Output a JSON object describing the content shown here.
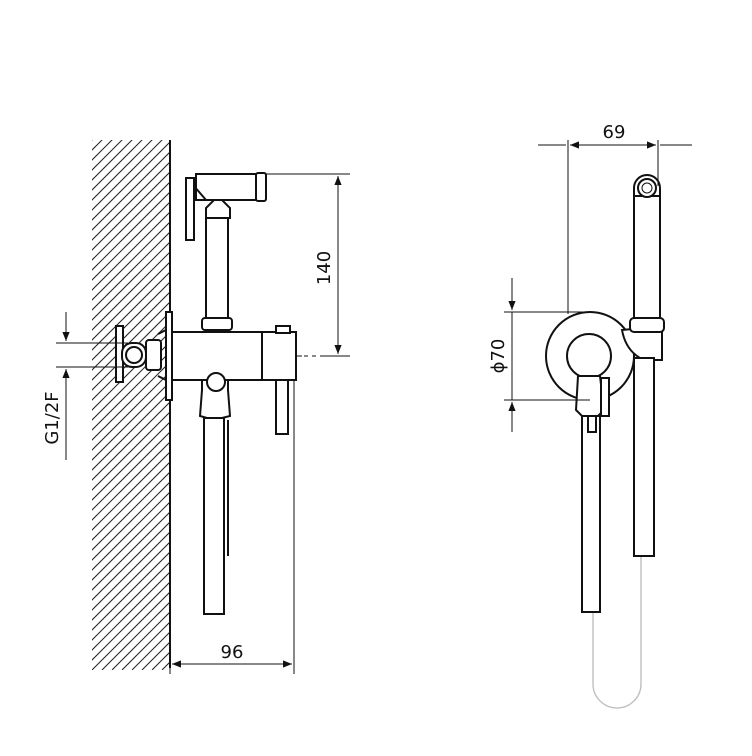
{
  "drawing": {
    "dimensions": {
      "side_height": "140",
      "side_depth": "96",
      "thread": "G1/2F",
      "front_width": "69",
      "front_diameter": "ϕ70"
    }
  }
}
